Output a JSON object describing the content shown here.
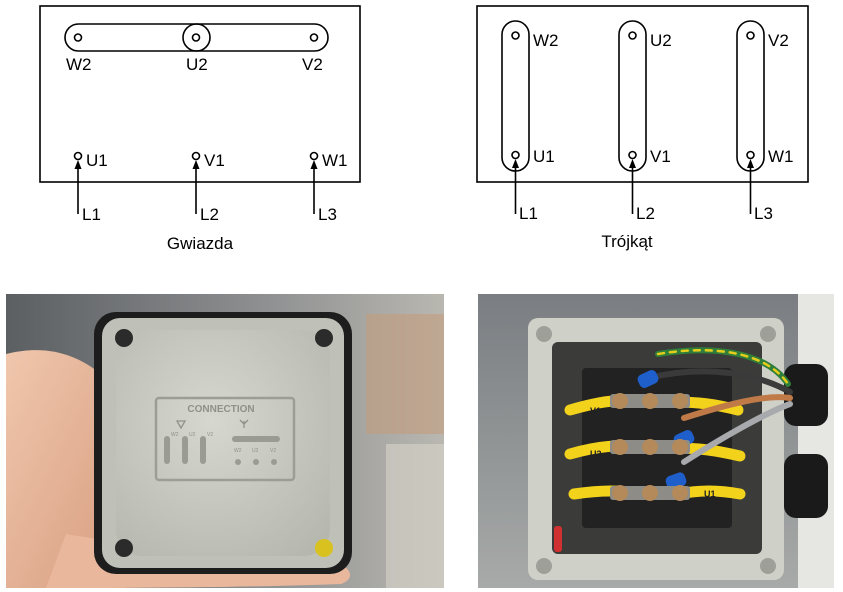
{
  "star_diagram": {
    "caption": "Gwiazda",
    "top_terminals": [
      "W2",
      "U2",
      "V2"
    ],
    "bottom_terminals": [
      "U1",
      "V1",
      "W1"
    ],
    "lines": [
      "L1",
      "L2",
      "L3"
    ]
  },
  "delta_diagram": {
    "caption": "Trójkąt",
    "top_terminals": [
      "W2",
      "U2",
      "V2"
    ],
    "bottom_terminals": [
      "U1",
      "V1",
      "W1"
    ],
    "lines": [
      "L1",
      "L2",
      "L3"
    ]
  },
  "cover_photo": {
    "embossed_text": "CONNECTION",
    "embossed_star_labels": [
      "W2",
      "U2",
      "V2"
    ],
    "embossed_delta_labels": [
      "W2",
      "U2",
      "V2"
    ]
  },
  "box_photo": {
    "wire_labels": [
      "V1",
      "U2",
      "U1"
    ]
  },
  "colors": {
    "line": "#000000",
    "cover_grey": "#c9cbc3",
    "gasket": "#1d1d1d",
    "wire_yellow": "#f2d21b",
    "insulator_blue": "#1f5fcc",
    "brass": "#b48a5a"
  }
}
